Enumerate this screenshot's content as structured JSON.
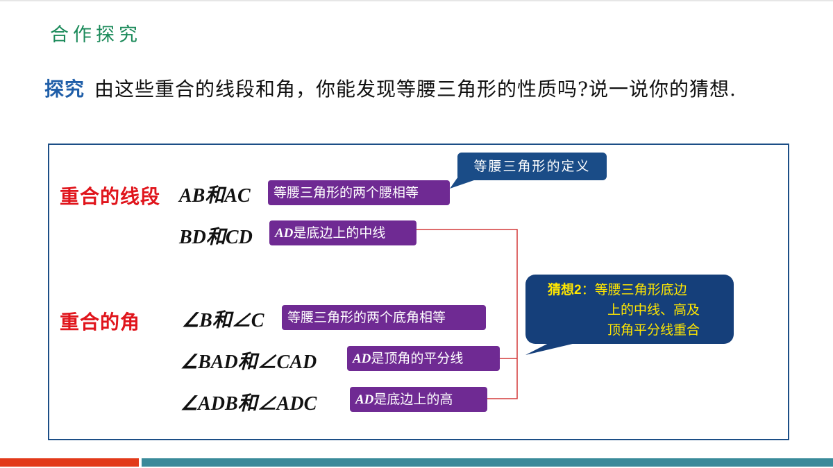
{
  "header": {
    "title": "合作探究"
  },
  "question": {
    "label": "探究",
    "text": "由这些重合的线段和角，你能发现等腰三角形的性质吗?说一说你的猜想."
  },
  "segments": {
    "label": "重合的线段",
    "pair1": "AB和AC",
    "tag1": "等腰三角形的两个腰相等",
    "pair2": "BD和CD",
    "tag2_var": "AD",
    "tag2_text": "是底边上的中线"
  },
  "angles": {
    "label": "重合的角",
    "pair1": "∠B和∠C",
    "tag1": "等腰三角形的两个底角相等",
    "pair2": "∠BAD和∠CAD",
    "tag2_var": "AD",
    "tag2_text": "是顶角的平分线",
    "pair3": "∠ADB和∠ADC",
    "tag3_var": "AD",
    "tag3_text": "是底边上的高"
  },
  "callouts": {
    "definition": "等腰三角形的定义",
    "conjecture_label": "猜想2",
    "conjecture_line1": "：等腰三角形底边",
    "conjecture_line2": "上的中线、高及",
    "conjecture_line3": "顶角平分线重合"
  },
  "colors": {
    "accent_green": "#1b8a5a",
    "accent_blue": "#1f5ea8",
    "label_red": "#e0151c",
    "tag_purple": "#6f2a93",
    "callout_navy": "#153f7a",
    "callout_text_yellow": "#ffe600",
    "bar_red": "#e23a1a",
    "bar_teal": "#3a8a9a"
  }
}
